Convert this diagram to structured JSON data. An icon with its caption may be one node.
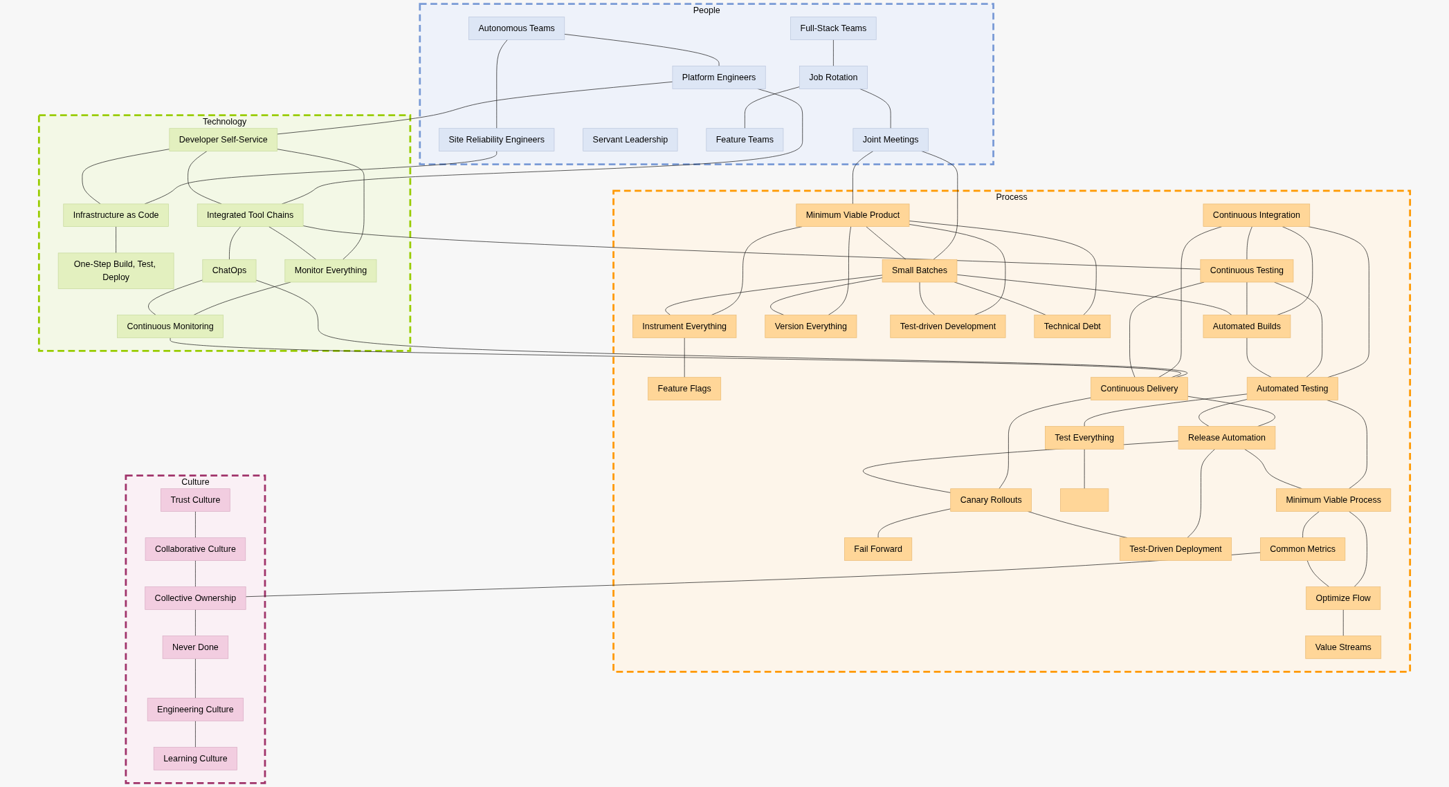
{
  "diagram": {
    "nodes": [
      {
        "text": [
          "People"
        ]
      },
      {
        "text": [
          "Full-Stack Teams"
        ],
        "in": 0
      },
      {
        "text": [
          "Job Rotation"
        ],
        "in": 0
      },
      {
        "text": [
          "Joint Meetings"
        ],
        "in": 0
      },
      {
        "text": [
          "Servant Leadership"
        ],
        "in": 0
      },
      {
        "text": [
          "Feature Teams"
        ],
        "in": 0
      },
      {
        "text": [
          "Autonomous Teams"
        ],
        "in": 0
      },
      {
        "text": [
          "Site Reliability Engineers"
        ],
        "in": 0
      },
      {
        "text": [
          "Platform Engineers"
        ],
        "in": 0
      },
      {
        "text": [
          "Technology"
        ]
      },
      {
        "text": [
          "Developer Self-Service"
        ],
        "in": 9
      },
      {
        "text": [
          "Integrated Tool Chains"
        ],
        "in": 9
      },
      {
        "text": [
          "Infrastructure as Code"
        ],
        "in": 9
      },
      {
        "text": [
          "Monitor Everything"
        ],
        "in": 9
      },
      {
        "text": [
          "One-Step Build, Test, Deploy"
        ],
        "in": 9
      },
      {
        "text": [
          "ChatOps"
        ],
        "in": 9
      },
      {
        "text": [
          "Continuous Monitoring"
        ],
        "in": 9
      },
      {
        "text": [
          "Process"
        ]
      },
      {
        "text": [
          "Minimum Viable Product"
        ],
        "in": 17
      },
      {
        "text": [
          "Instrument Everything"
        ],
        "in": 17
      },
      {
        "text": [
          "Feature Flags"
        ],
        "in": 17
      },
      {
        "text": [
          "Version Everything"
        ],
        "in": 17
      },
      {
        "text": [
          "Small Batches"
        ],
        "in": 17
      },
      {
        "text": [
          "Test-driven Development"
        ],
        "in": 17
      },
      {
        "text": [
          "Technical Debt"
        ],
        "in": 17
      },
      {
        "text": [
          "Automated Builds"
        ],
        "in": 17
      },
      {
        "text": [
          "Continuous Integration"
        ],
        "in": 17
      },
      {
        "text": [
          "Automated Testing"
        ],
        "in": 17
      },
      {
        "text": [
          "Test Everything"
        ],
        "in": 17
      },
      {
        "text": [],
        "shape": "box",
        "in": 17
      },
      {
        "text": [
          "Continuous Testing"
        ],
        "in": 17
      },
      {
        "text": [
          "Release Automation"
        ],
        "in": 17
      },
      {
        "text": [
          "Minimum Viable Process"
        ],
        "in": 17
      },
      {
        "text": [
          "Common Metrics"
        ],
        "in": 17
      },
      {
        "text": [
          "Optimize Flow"
        ],
        "in": 17
      },
      {
        "text": [
          "Test-Driven Deployment"
        ],
        "in": 17
      },
      {
        "text": [
          "Continuous Delivery"
        ],
        "in": 17
      },
      {
        "text": [
          "Canary Rollouts"
        ],
        "in": 17
      },
      {
        "text": [
          "Value Streams"
        ],
        "in": 17
      },
      {
        "text": [
          "Fail Forward"
        ],
        "in": 17
      },
      {
        "text": [
          "Culture"
        ]
      },
      {
        "text": [
          "Trust Culture"
        ],
        "in": 40
      },
      {
        "text": [
          "Collaborative Culture"
        ],
        "in": 40
      },
      {
        "text": [
          "Collective Ownership"
        ],
        "in": 40
      },
      {
        "text": [
          "Never Done"
        ],
        "in": 40
      },
      {
        "text": [
          "Engineering Culture"
        ],
        "in": 40
      },
      {
        "text": [
          "Learning Culture"
        ],
        "in": 40
      }
    ],
    "edges": [
      {
        "from": 1,
        "to": 2,
        "arrow": "none"
      },
      {
        "from": 2,
        "to": 3,
        "arrow": "none"
      },
      {
        "from": 2,
        "to": 5,
        "arrow": "none"
      },
      {
        "from": 3,
        "to": 18,
        "arrow": "none"
      },
      {
        "from": 3,
        "to": 22,
        "arrow": "none"
      },
      {
        "from": 6,
        "to": 7,
        "arrow": "none"
      },
      {
        "from": 6,
        "to": 8,
        "arrow": "none"
      },
      {
        "from": 7,
        "to": 12,
        "arrow": "none"
      },
      {
        "from": 8,
        "to": 10,
        "arrow": "none"
      },
      {
        "from": 8,
        "to": 11,
        "arrow": "none"
      },
      {
        "from": 10,
        "to": 11,
        "arrow": "none"
      },
      {
        "from": 10,
        "to": 12,
        "arrow": "none"
      },
      {
        "from": 10,
        "to": 13,
        "arrow": "none"
      },
      {
        "from": 11,
        "to": 13,
        "arrow": "none"
      },
      {
        "from": 11,
        "to": 15,
        "arrow": "none"
      },
      {
        "from": 12,
        "to": 14,
        "arrow": "none"
      },
      {
        "from": 13,
        "to": 16,
        "arrow": "none"
      },
      {
        "from": 15,
        "to": 16,
        "arrow": "none"
      },
      {
        "from": 11,
        "to": 30,
        "arrow": "none"
      },
      {
        "from": 15,
        "to": 36,
        "arrow": "none"
      },
      {
        "from": 16,
        "to": 36,
        "arrow": "none"
      },
      {
        "from": 26,
        "to": 36,
        "arrow": "none"
      },
      {
        "from": 26,
        "to": 30,
        "arrow": "none"
      },
      {
        "from": 30,
        "to": 36,
        "arrow": "none"
      },
      {
        "from": 26,
        "to": 25,
        "arrow": "none"
      },
      {
        "from": 26,
        "to": 27,
        "arrow": "none"
      },
      {
        "from": 30,
        "to": 25,
        "arrow": "none"
      },
      {
        "from": 30,
        "to": 27,
        "arrow": "none"
      },
      {
        "from": 36,
        "to": 31,
        "arrow": "none"
      },
      {
        "from": 36,
        "to": 37,
        "arrow": "none"
      },
      {
        "from": 18,
        "to": 22,
        "arrow": "none"
      },
      {
        "from": 22,
        "to": 25,
        "arrow": "none"
      },
      {
        "from": 25,
        "to": 27,
        "arrow": "none"
      },
      {
        "from": 27,
        "to": 31,
        "arrow": "none"
      },
      {
        "from": 31,
        "to": 37,
        "arrow": "none"
      },
      {
        "from": 37,
        "to": 39,
        "arrow": "none"
      },
      {
        "from": 18,
        "to": 19,
        "arrow": "none"
      },
      {
        "from": 18,
        "to": 21,
        "arrow": "none"
      },
      {
        "from": 18,
        "to": 23,
        "arrow": "none"
      },
      {
        "from": 18,
        "to": 24,
        "arrow": "none"
      },
      {
        "from": 22,
        "to": 19,
        "arrow": "none"
      },
      {
        "from": 22,
        "to": 21,
        "arrow": "none"
      },
      {
        "from": 22,
        "to": 23,
        "arrow": "none"
      },
      {
        "from": 22,
        "to": 24,
        "arrow": "none"
      },
      {
        "from": 19,
        "to": 20,
        "arrow": "none"
      },
      {
        "from": 27,
        "to": 28,
        "arrow": "none"
      },
      {
        "from": 27,
        "to": 32,
        "arrow": "none"
      },
      {
        "from": 31,
        "to": 32,
        "arrow": "none"
      },
      {
        "from": 31,
        "to": 35,
        "arrow": "none"
      },
      {
        "from": 37,
        "to": 35,
        "arrow": "none"
      },
      {
        "from": 28,
        "to": 29,
        "arrow": "none"
      },
      {
        "from": 32,
        "to": 33,
        "arrow": "none"
      },
      {
        "from": 32,
        "to": 34,
        "arrow": "none"
      },
      {
        "from": 33,
        "to": 34,
        "arrow": "none"
      },
      {
        "from": 34,
        "to": 38,
        "arrow": "none"
      },
      {
        "from": 33,
        "to": 43,
        "arrow": "none"
      },
      {
        "from": 41,
        "to": 42,
        "arrow": "none"
      },
      {
        "from": 42,
        "to": 43,
        "arrow": "none"
      },
      {
        "from": 43,
        "to": 44,
        "arrow": "none"
      },
      {
        "from": 44,
        "to": 45,
        "arrow": "none"
      },
      {
        "from": 45,
        "to": 46,
        "arrow": "none"
      }
    ]
  }
}
